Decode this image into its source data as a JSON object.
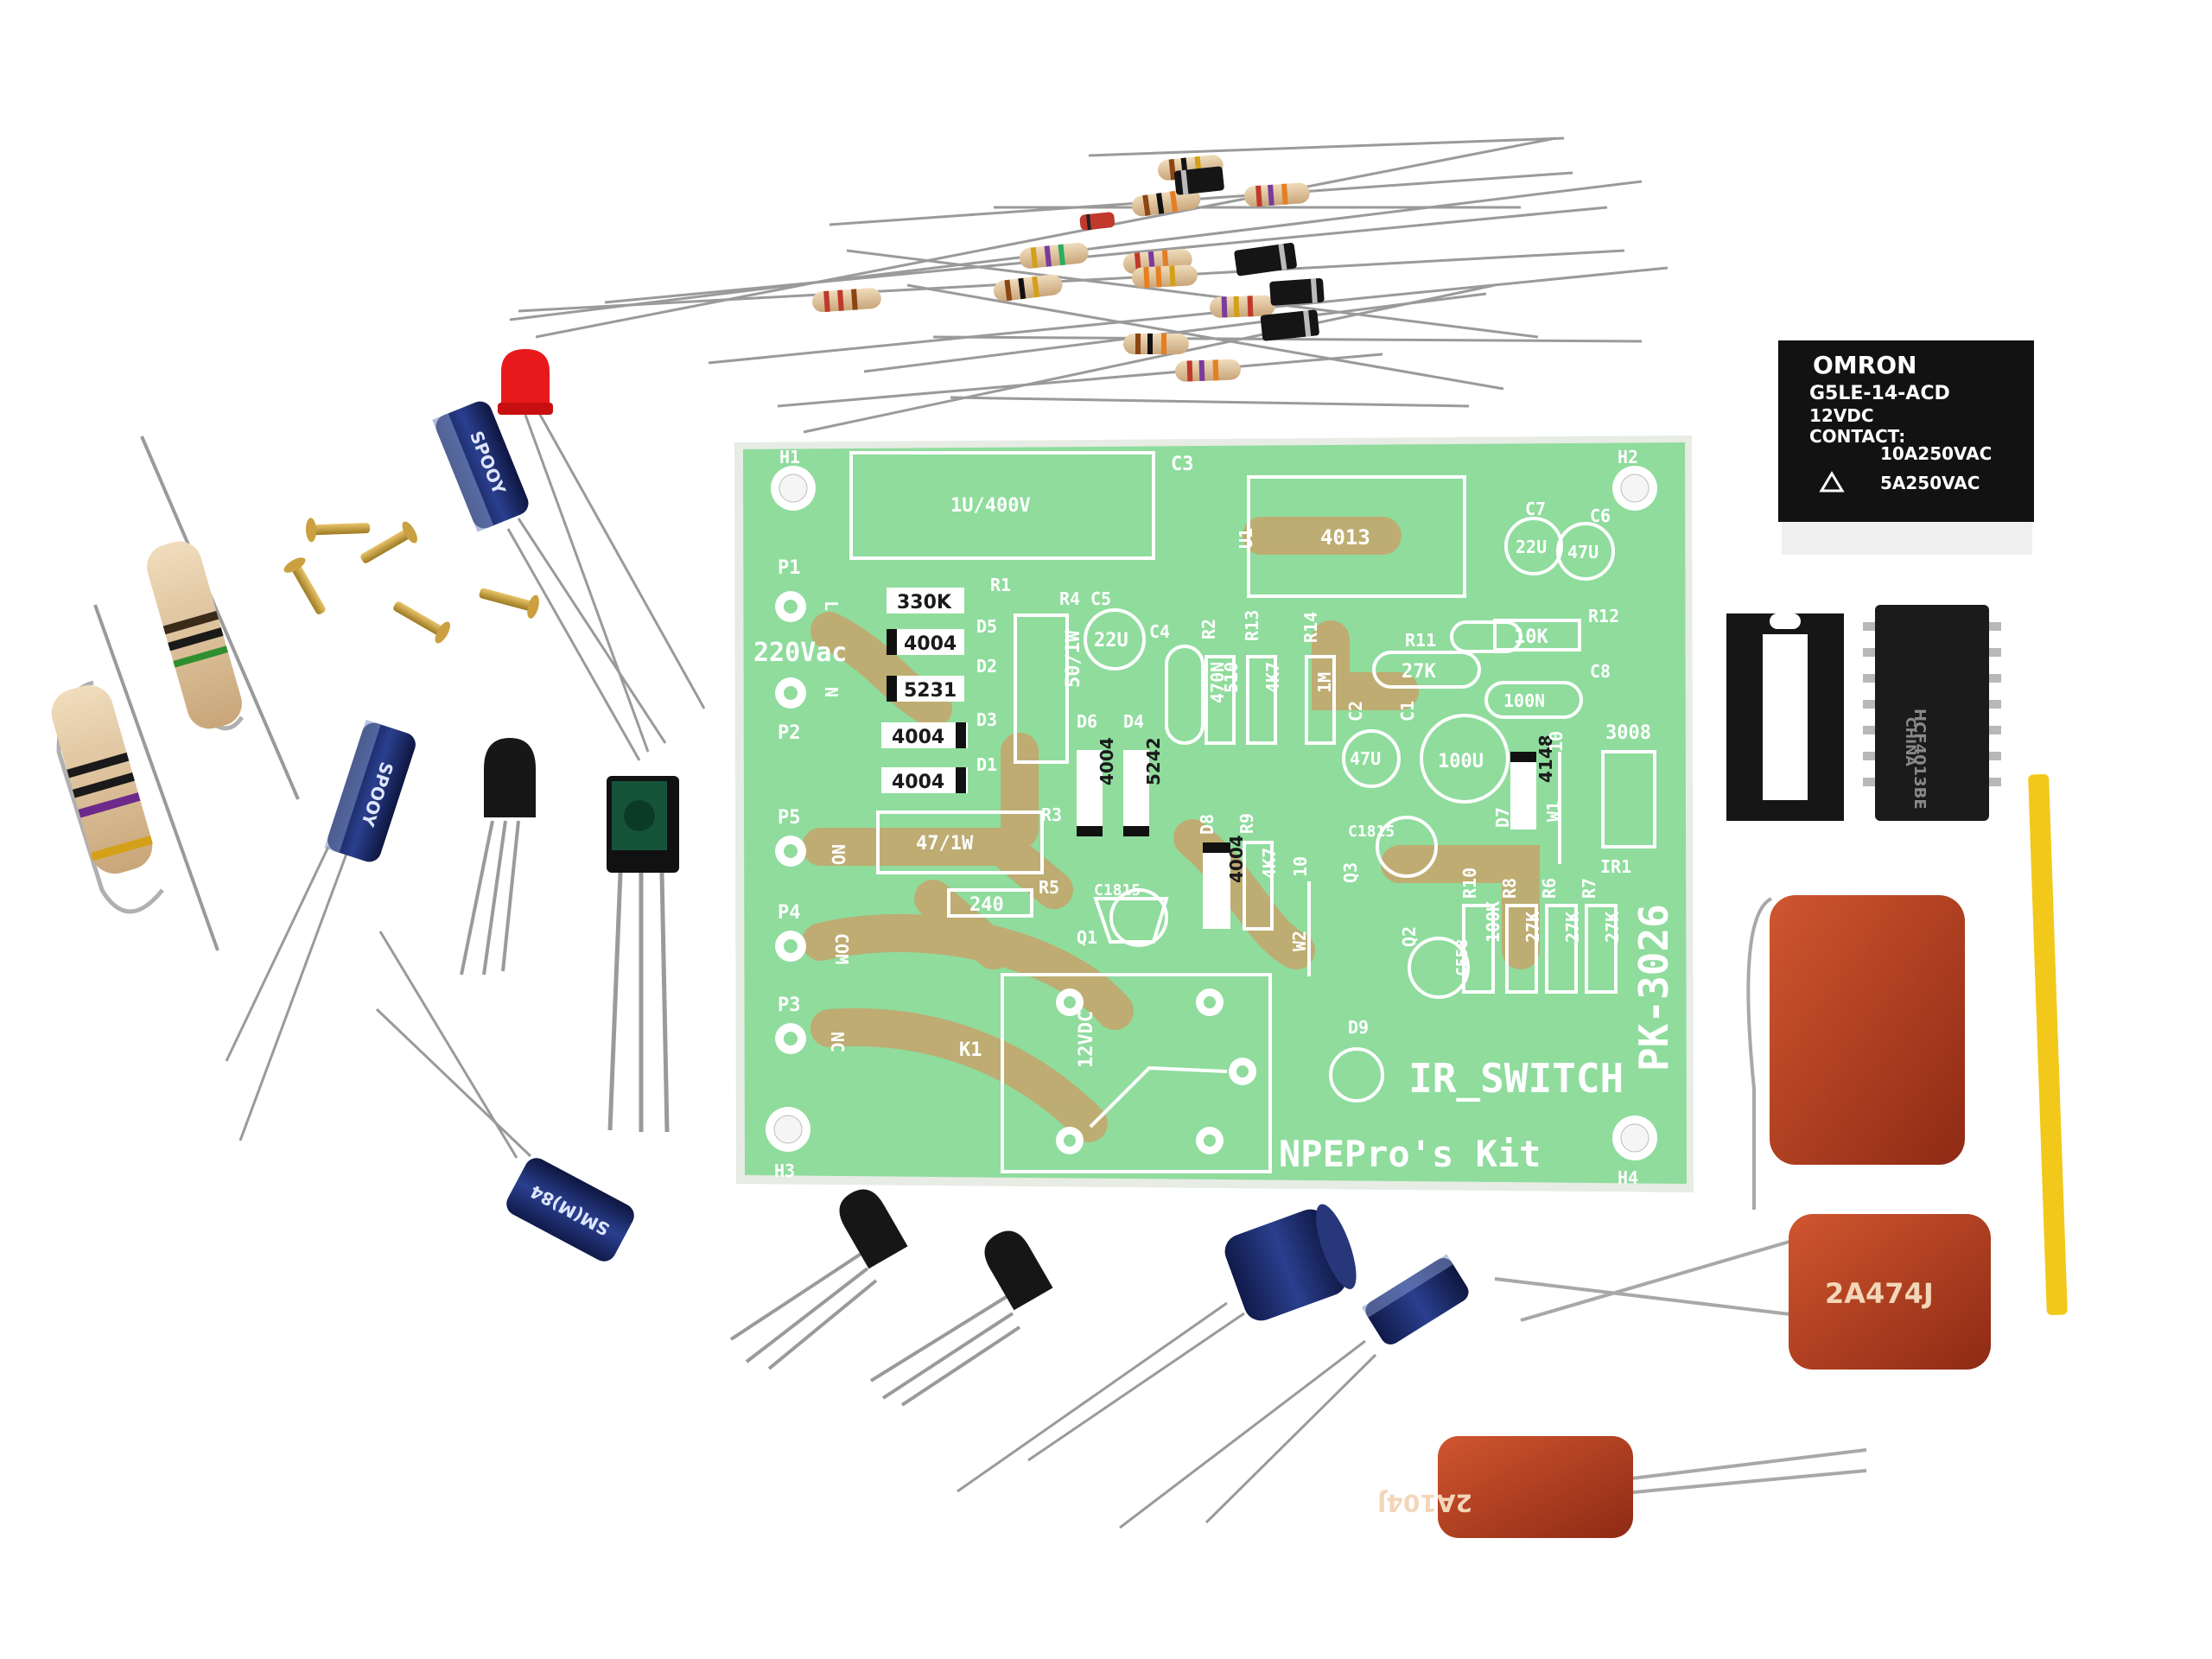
{
  "pcb": {
    "kit_name": "NPEPro's Kit",
    "project": "IR_SWITCH",
    "model": "PK-3026",
    "mains": "220Vac",
    "holes": [
      "H1",
      "H2",
      "H3",
      "H4"
    ],
    "ports": [
      {
        "id": "P1",
        "pin": "L"
      },
      {
        "id": "P2",
        "pin": "N"
      },
      {
        "id": "P5",
        "pin": "NO"
      },
      {
        "id": "P4",
        "pin": "COM"
      },
      {
        "id": "P3",
        "pin": "NC"
      }
    ],
    "parts": {
      "c3": "1U/400V",
      "c3_ref": "C3",
      "r1": "330K",
      "r1_ref": "R1",
      "d5": "4004",
      "d5_ref": "D5",
      "d2": "5231",
      "d2_ref": "D2",
      "d3": "4004",
      "d3_ref": "D3",
      "d1": "4004",
      "d1_ref": "D1",
      "r4": "50/1W",
      "r4_ref": "R4",
      "r3": "47/1W",
      "r3_ref": "R3",
      "r5": "240",
      "r5_ref": "R5",
      "c5": "22U",
      "c5_ref": "C5",
      "c4": "470N",
      "c4_ref": "C4",
      "d6": "4004",
      "d6_ref": "D6",
      "d4": "5242",
      "d4_ref": "D4",
      "r2": "510",
      "r2_ref": "R2",
      "r13": "4K7",
      "r13_ref": "R13",
      "r14": "1M",
      "r14_ref": "R14",
      "u1": "4013",
      "u1_ref": "U1",
      "c7": "22U",
      "c7_ref": "C7",
      "c6": "47U",
      "c6_ref": "C6",
      "r11": "27K",
      "r11_ref": "R11",
      "r12": "10K",
      "r12_ref": "R12",
      "c8": "100N",
      "c8_ref": "C8",
      "c2": "47U",
      "c2_ref": "C2",
      "c1": "100U",
      "c1_ref": "C1",
      "d7": "4148",
      "d7_ref": "D7",
      "w1": "10",
      "w1_ref": "W1",
      "ir1_code": "3008",
      "ir1_ref": "IR1",
      "q1": "C1815",
      "q1_ref": "Q1",
      "q3": "C1815",
      "q3_ref": "Q3",
      "q2": "C558",
      "q2_ref": "Q2",
      "d8": "4004",
      "d8_ref": "D8",
      "r9": "4K7",
      "r9_ref": "R9",
      "w2": "10",
      "w2_ref": "W2",
      "r10": "100K",
      "r10_ref": "R10",
      "r8": "27K",
      "r8_ref": "R8",
      "r6": "27K",
      "r6_ref": "R6",
      "r7": "27K",
      "r7_ref": "R7",
      "k1": "12VDC",
      "k1_ref": "K1",
      "d9_ref": "D9"
    }
  },
  "relay": {
    "brand": "OMRON",
    "model": "G5LE-14-ACD",
    "voltage": "12VDC",
    "contact": "CONTACT:",
    "rating1": "10A250VAC",
    "rating2": "5A250VAC"
  },
  "ic": {
    "code1": "HCF4013BE",
    "code2": "CHINA"
  },
  "caps": {
    "film_large": "2A474J",
    "film_small": "2A104J",
    "elec_top": "SPOOY",
    "elec_left": "SPOOY",
    "elec_bottom": "SM(M)84"
  },
  "colors": {
    "pcb_green": "#8fdc9d",
    "pcb_trace": "#c7a46b",
    "silkscreen": "#ffffff",
    "electrolytic_blue": "#1d2c6b",
    "film_red": "#b23a1e",
    "relay_black": "#121212",
    "resistor_beige": "#e2c9a3"
  }
}
